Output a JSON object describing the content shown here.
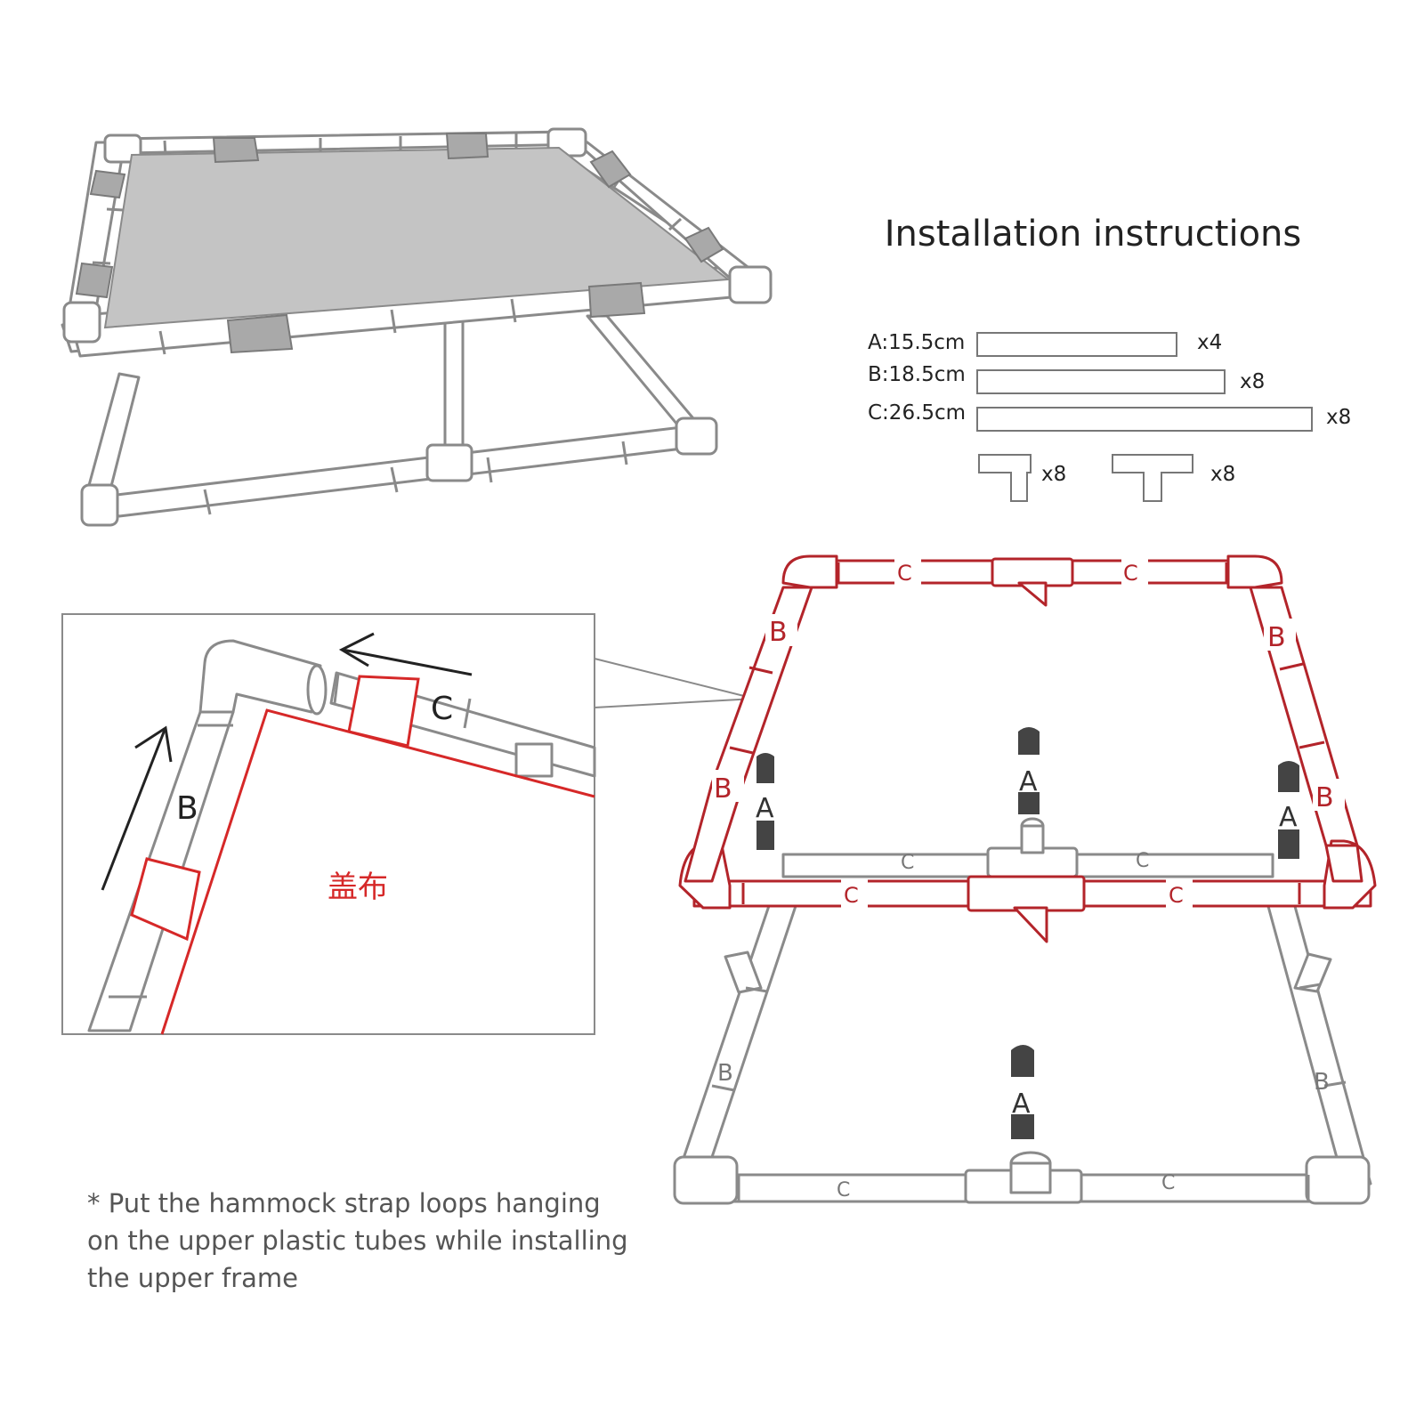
{
  "title": "Installation instructions",
  "parts": [
    {
      "label": "A:15.5cm",
      "qty": "x4"
    },
    {
      "label": "B:18.5cm",
      "qty": "x8"
    },
    {
      "label": "C:26.5cm",
      "qty": "x8"
    }
  ],
  "connectors": [
    {
      "name": "elbow-tee",
      "qty": "x8"
    },
    {
      "name": "tee",
      "qty": "x8"
    }
  ],
  "labels": {
    "a": "A",
    "b": "B",
    "c": "C"
  },
  "detail": {
    "cloth": "盖布",
    "tube_b": "B",
    "tube_c": "C"
  },
  "note": [
    "* Put the hammock strap loops hanging",
    "on the upper plastic tubes while installing",
    "the upper frame"
  ],
  "colors": {
    "red": "#b3242a",
    "gray": "#8a8a8a",
    "cloth": "#c4c4c4",
    "dark": "#444444"
  }
}
